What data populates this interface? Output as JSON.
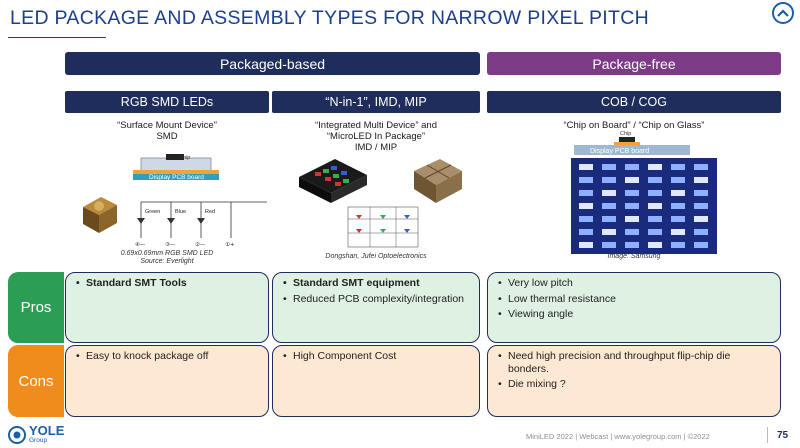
{
  "title": "LED PACKAGE AND ASSEMBLY TYPES FOR NARROW PIXEL PITCH",
  "groups": {
    "packaged": "Packaged-based",
    "free": "Package-free"
  },
  "columns": [
    {
      "header": "RGB SMD LEDs",
      "subtitle_line1": "“Surface Mount Device”",
      "subtitle_line2": "SMD",
      "diagram": {
        "chip": "Chip",
        "board": "Display PCB board",
        "green": "Green",
        "blue": "Blue",
        "red": "Red",
        "p1": "④—",
        "p2": "③—",
        "p3": "②—",
        "p4": "①+"
      },
      "caption_line1": "0.69x0.69mm RGB SMD LED",
      "caption_line2": "Source: Everlight"
    },
    {
      "header": "“N-in-1”,  IMD, MIP",
      "subtitle_line1": "“Integrated Multi Device” and",
      "subtitle_line2": "“MicroLED In Package”",
      "subtitle_line3": "IMD / MIP",
      "caption_line1": "Dongshan, Jufei Optoelectronics"
    },
    {
      "header": "COB / COG",
      "subtitle_line1": "“Chip on Board” / “Chip on Glass”",
      "diagram": {
        "chip": "Chip",
        "board": "Display PCB board"
      },
      "caption_line1": "Image: Samsung"
    }
  ],
  "rows": {
    "pros": "Pros",
    "cons": "Cons"
  },
  "pros": [
    [
      "Standard SMT Tools"
    ],
    [
      "Standard SMT equipment",
      "Reduced PCB complexity/integration"
    ],
    [
      "Very low pitch",
      "Low thermal resistance",
      "Viewing angle"
    ]
  ],
  "cons": [
    [
      "Easy to knock package off"
    ],
    [
      "High Component Cost"
    ],
    [
      "Need high precision and throughput flip-chip die bonders.",
      "Die mixing ?"
    ]
  ],
  "logo": {
    "name": "YOLE",
    "sub": "Group"
  },
  "footer": "MiniLED 2022 | Webcast | www.yolegroup.com | ©2022",
  "page_number": "75",
  "colors": {
    "navy": "#1e2d5c",
    "purple": "#7d3a87",
    "pros_green": "#2c9d54",
    "cons_orange": "#f08c1c",
    "title_blue": "#1c3f8c"
  }
}
